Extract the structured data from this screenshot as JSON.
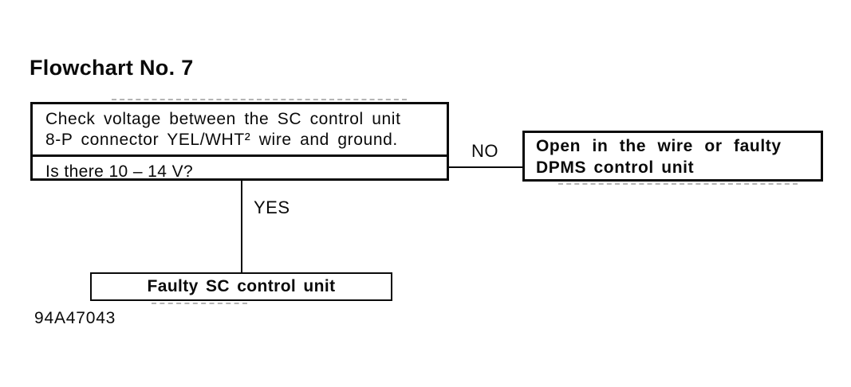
{
  "page": {
    "title": "Flowchart No. 7",
    "figure_code": "94A47043",
    "colors": {
      "ink": "#0a0a0a",
      "paper": "#ffffff"
    }
  },
  "flowchart": {
    "decision_box": {
      "instruction_line1": "Check voltage between the SC control unit",
      "instruction_line2": "8-P connector YEL/WHT² wire and ground.",
      "question": "Is there 10 – 14 V?"
    },
    "no_branch": {
      "label": "NO",
      "result_line1": "Open in the wire or faulty",
      "result_line2": "DPMS control unit"
    },
    "yes_branch": {
      "label": "YES",
      "result": "Faulty SC control unit"
    }
  }
}
